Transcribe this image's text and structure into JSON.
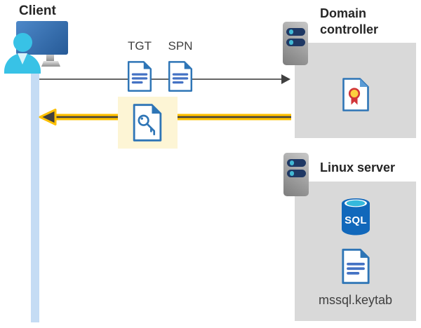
{
  "nodes": {
    "client": {
      "label": "Client"
    },
    "domain_controller": {
      "label": "Domain controller"
    },
    "linux_server": {
      "label": "Linux server"
    }
  },
  "flow": {
    "tgt_label": "TGT",
    "spn_label": "SPN"
  },
  "linux_contents": {
    "sql_badge": "SQL",
    "keytab_label": "mssql.keytab"
  },
  "icons": {
    "client": "monitor-user-icon",
    "servers": "server-icon",
    "tgt": "document-icon",
    "spn": "document-icon",
    "session_ticket": "document-key-icon",
    "domain_controller_content": "certificate-icon",
    "database": "sql-database-icon",
    "keytab": "document-icon"
  },
  "colors": {
    "accent_blue": "#2e75b6",
    "doc_line_blue": "#4472c4",
    "fold_light_blue": "#5b9bd5",
    "person_cyan": "#38c2e6",
    "lifeline_blue": "#c5dcf4",
    "box_gray": "#d9d9d9",
    "highlight_yellow": "#fdf5d5",
    "arrow_yellow": "#fec000",
    "arrow_dark": "#404040",
    "request_gray": "#666666",
    "server_navy": "#1f3864",
    "server_dot_cyan": "#41b8d4",
    "sql_body_blue": "#1168bb",
    "sql_top_cyan": "#35b9dc",
    "cert_gold": "#fccf3f",
    "cert_red": "#d13438",
    "monitor_blue_light": "#4d88c9",
    "monitor_blue_dark": "#265a97",
    "text_dark": "#262626",
    "text_label": "#404040"
  }
}
